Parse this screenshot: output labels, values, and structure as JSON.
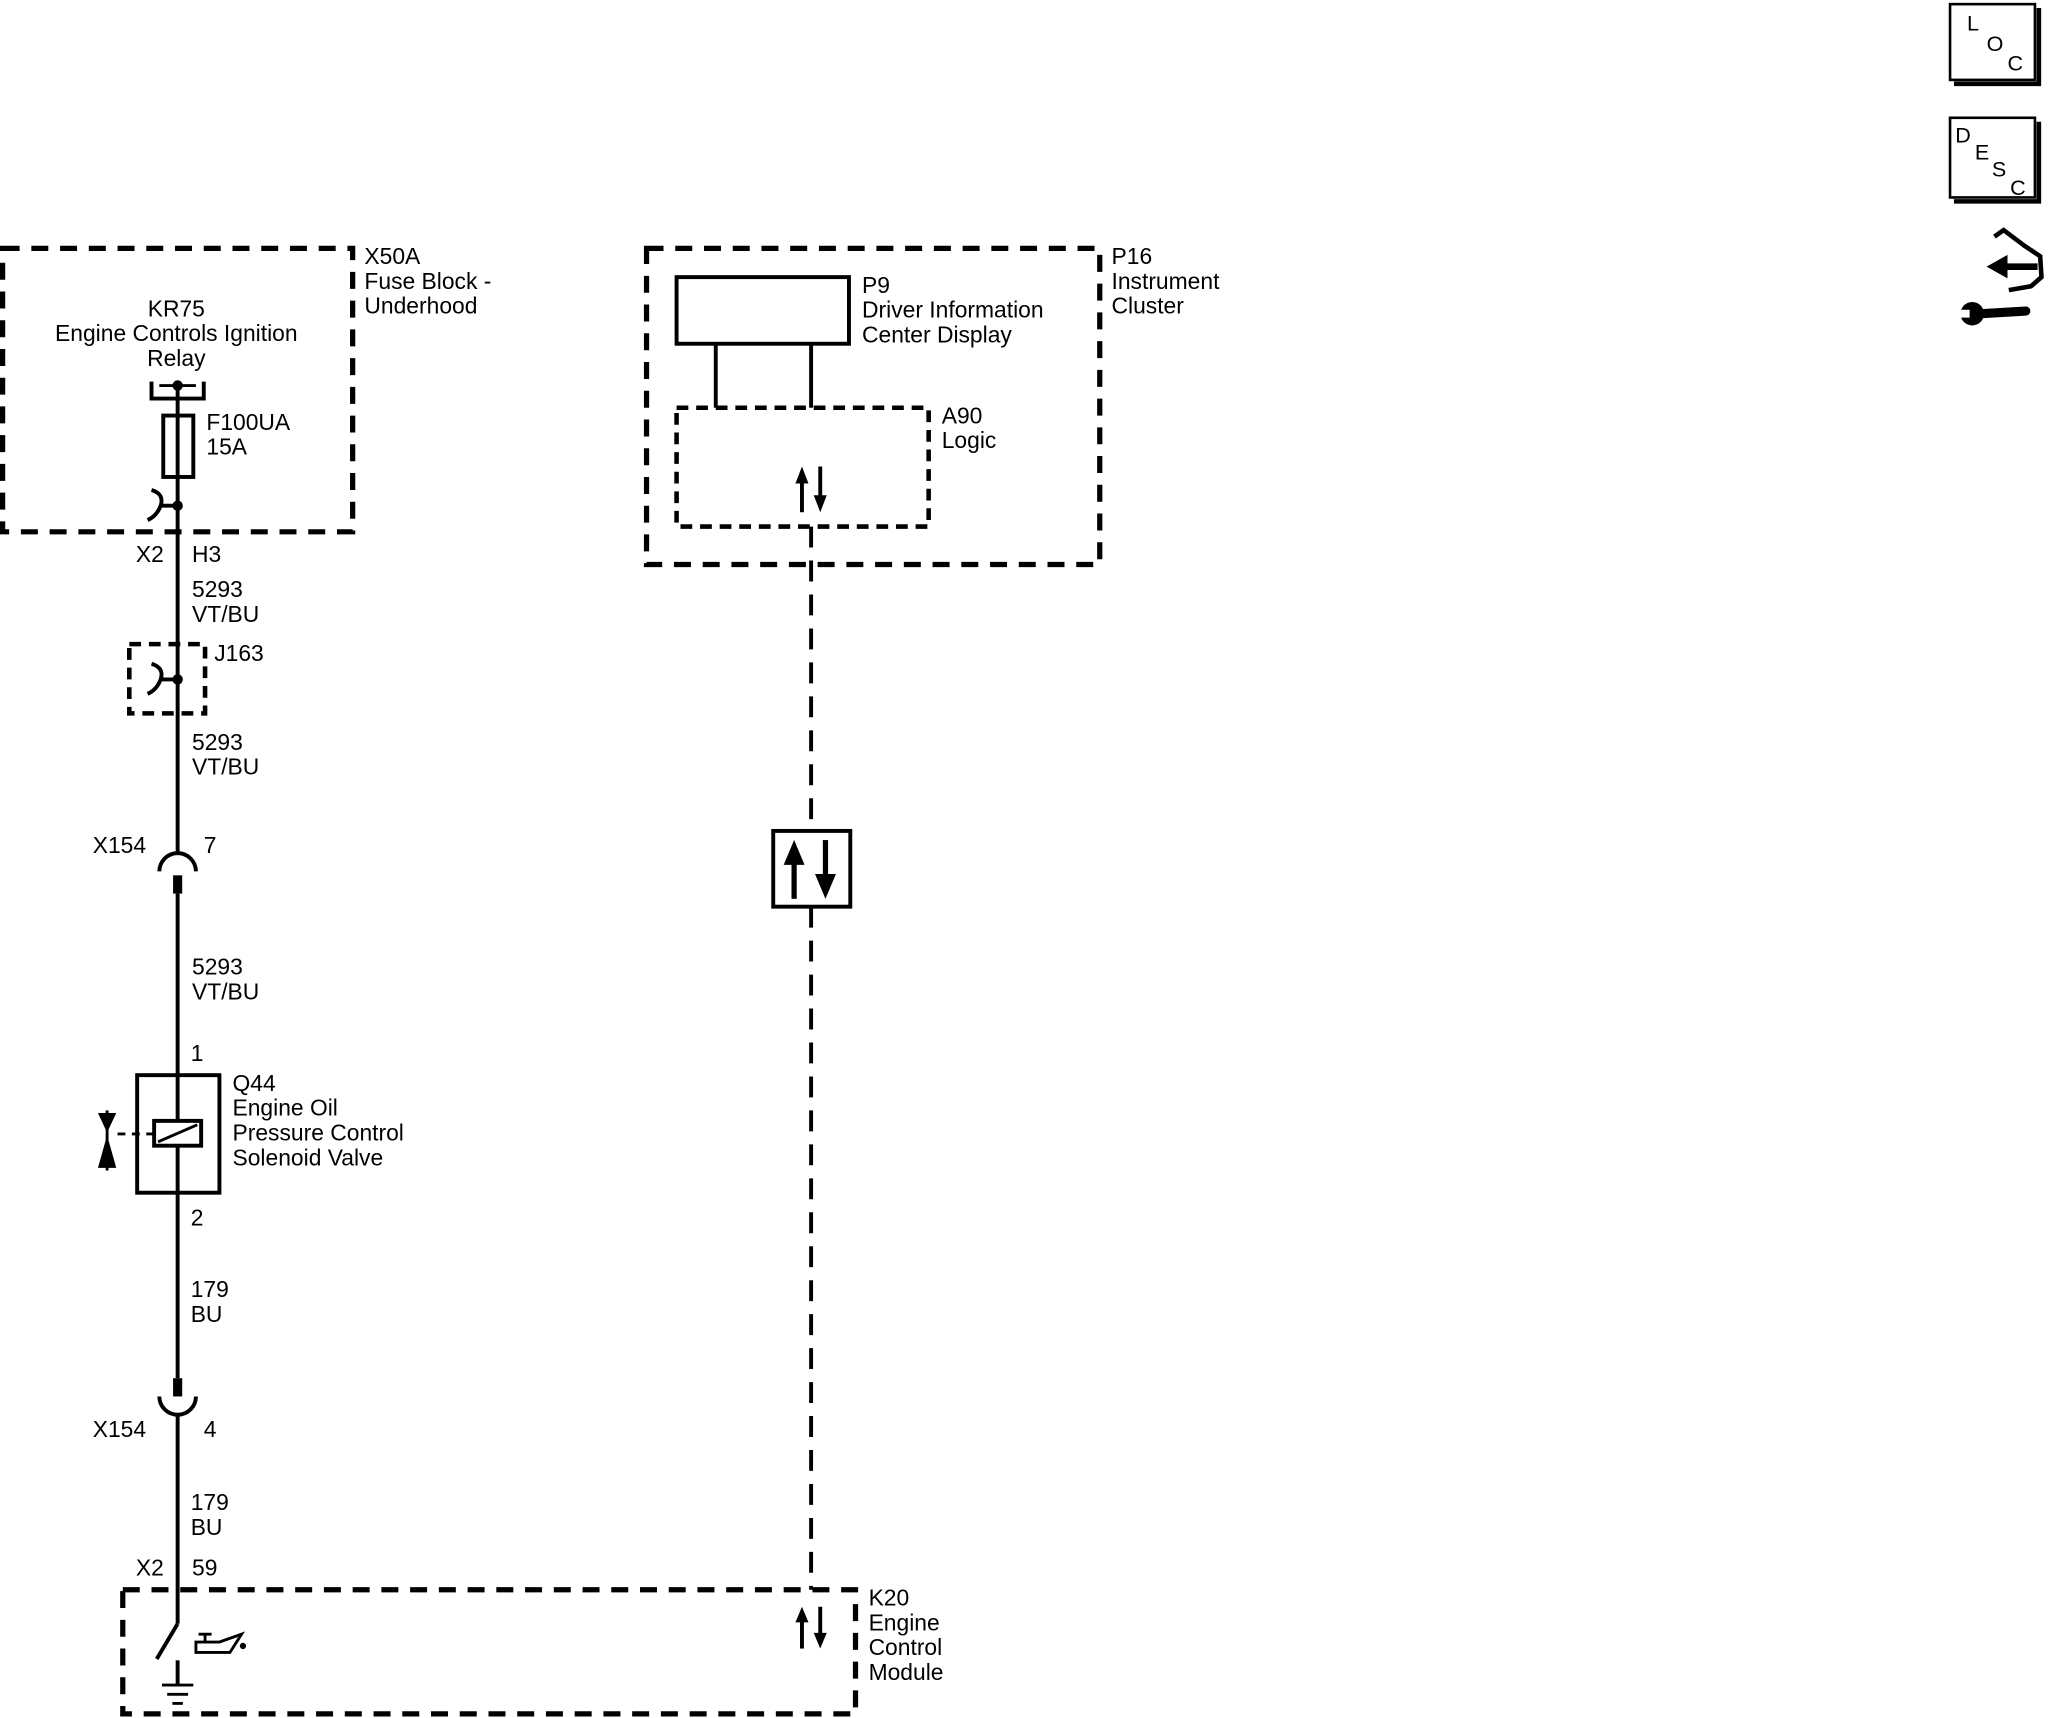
{
  "theme": {
    "ink": "#000000",
    "paper": "#ffffff"
  },
  "nav": {
    "loc": {
      "letters": [
        "L",
        "O",
        "C"
      ],
      "icon": "location-view-icon"
    },
    "desc": {
      "letters": [
        "D",
        "E",
        "S",
        "C"
      ],
      "icon": "description-view-icon"
    },
    "diagnostics": {
      "icon": "diagnostic-procedure-icon"
    }
  },
  "components": {
    "x50a": {
      "ref": "X50A",
      "lines": [
        "Fuse Block -",
        "Underhood"
      ]
    },
    "kr75": {
      "ref": "KR75",
      "lines": [
        "Engine Controls Ignition",
        "Relay"
      ]
    },
    "f100ua": {
      "ref": "F100UA",
      "rating": "15A"
    },
    "j163": {
      "ref": "J163"
    },
    "q44": {
      "ref": "Q44",
      "lines": [
        "Engine Oil",
        "Pressure Control",
        "Solenoid Valve"
      ],
      "pins": [
        "1",
        "2"
      ]
    },
    "p16": {
      "ref": "P16",
      "lines": [
        "Instrument",
        "Cluster"
      ]
    },
    "p9": {
      "ref": "P9",
      "lines": [
        "Driver Information",
        "Center Display"
      ]
    },
    "a90": {
      "ref": "A90",
      "lines": [
        "Logic"
      ]
    },
    "k20": {
      "ref": "K20",
      "lines": [
        "Engine",
        "Control",
        "Module"
      ]
    }
  },
  "connectors": [
    {
      "ref": "X2",
      "pin": "H3"
    },
    {
      "ref": "X154",
      "pin": "7"
    },
    {
      "ref": "X154",
      "pin": "4"
    },
    {
      "ref": "X2",
      "pin": "59"
    }
  ],
  "wires": [
    {
      "circuit": "5293",
      "wire_color": "VT/BU"
    },
    {
      "circuit": "5293",
      "wire_color": "VT/BU"
    },
    {
      "circuit": "5293",
      "wire_color": "VT/BU"
    },
    {
      "circuit": "179",
      "wire_color": "BU"
    },
    {
      "circuit": "179",
      "wire_color": "BU"
    }
  ]
}
